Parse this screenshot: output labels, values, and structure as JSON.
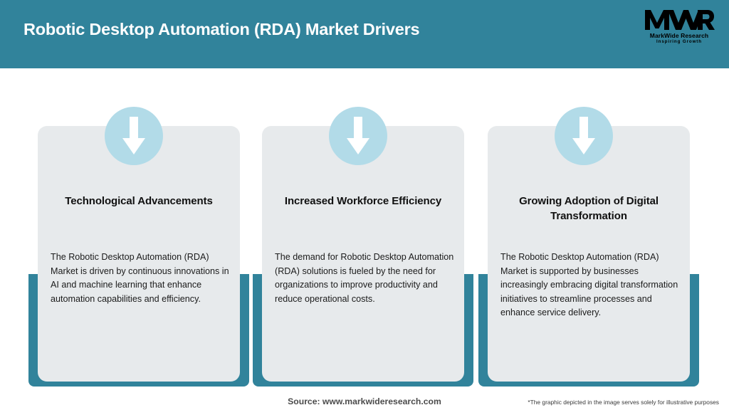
{
  "header": {
    "title": "Robotic Desktop Automation (RDA) Market Drivers",
    "bar_color": "#31839B",
    "title_color": "#FFFFFF"
  },
  "logo": {
    "mark": "MWR",
    "name": "MarkWide Research",
    "tagline": "Inspiring Growth"
  },
  "theme": {
    "accent": "#31839B",
    "card_background": "#E7EAEC",
    "badge_color": "#B2DBE8",
    "arrow_color": "#FFFFFF",
    "page_background": "#FFFFFF"
  },
  "cards": [
    {
      "icon": "down-arrow-icon",
      "title": "Technological Advancements",
      "description": "The Robotic Desktop Automation (RDA) Market is driven by continuous innovations in AI and machine learning that enhance automation capabilities and efficiency."
    },
    {
      "icon": "down-arrow-icon",
      "title": "Increased Workforce Efficiency",
      "description": "The demand for Robotic Desktop Automation (RDA) solutions is fueled by the need for organizations to improve productivity and reduce operational costs."
    },
    {
      "icon": "down-arrow-icon",
      "title": "Growing Adoption of Digital Transformation",
      "description": "The Robotic Desktop Automation (RDA) Market is supported by businesses increasingly embracing digital transformation initiatives to streamline processes and enhance service delivery."
    }
  ],
  "footer": {
    "source": "Source: www.markwideresearch.com",
    "disclaimer": "*The graphic depicted in the image serves solely for illustrative purposes"
  }
}
